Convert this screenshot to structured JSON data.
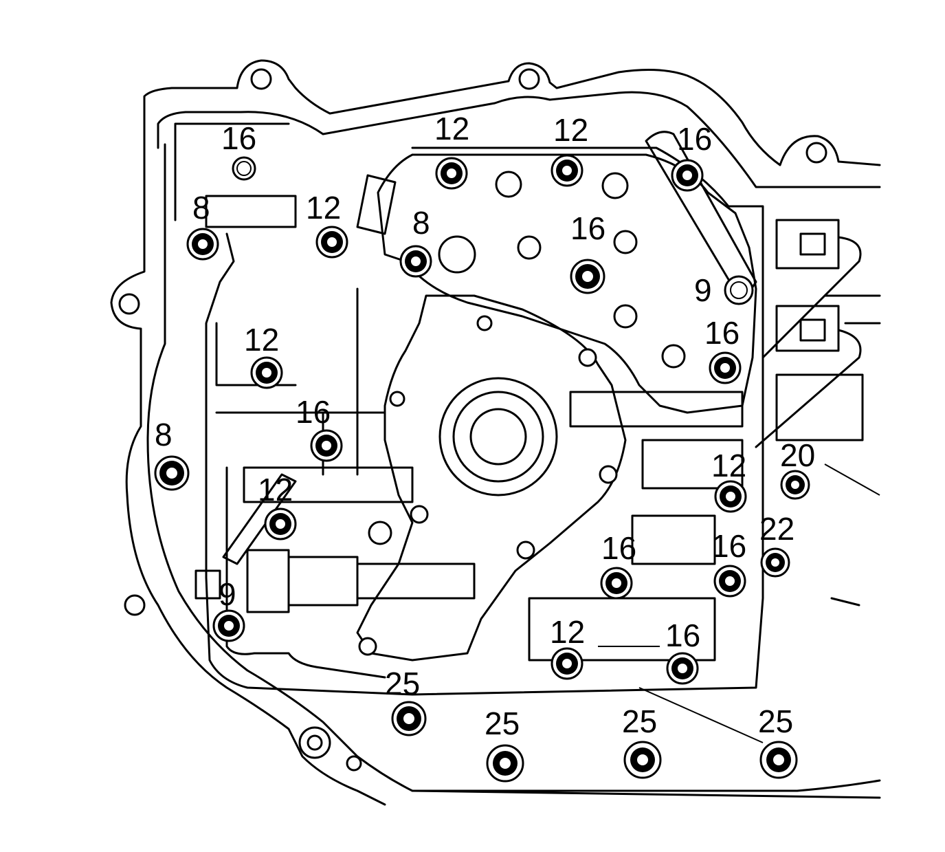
{
  "callouts": [
    {
      "id": "c1",
      "text": "16"
    },
    {
      "id": "c2",
      "text": "12"
    },
    {
      "id": "c3",
      "text": "12"
    },
    {
      "id": "c4",
      "text": "16"
    },
    {
      "id": "c5",
      "text": "8"
    },
    {
      "id": "c6",
      "text": "12"
    },
    {
      "id": "c7",
      "text": "8"
    },
    {
      "id": "c8",
      "text": "16"
    },
    {
      "id": "c9",
      "text": "9"
    },
    {
      "id": "c10",
      "text": "16"
    },
    {
      "id": "c11",
      "text": "12"
    },
    {
      "id": "c12",
      "text": "16"
    },
    {
      "id": "c13",
      "text": "8"
    },
    {
      "id": "c14",
      "text": "12"
    },
    {
      "id": "c15",
      "text": "12"
    },
    {
      "id": "c16",
      "text": "20"
    },
    {
      "id": "c17",
      "text": "22"
    },
    {
      "id": "c18",
      "text": "16"
    },
    {
      "id": "c19",
      "text": "16"
    },
    {
      "id": "c20",
      "text": "9"
    },
    {
      "id": "c21",
      "text": "12"
    },
    {
      "id": "c22",
      "text": "16"
    },
    {
      "id": "c23",
      "text": "25"
    },
    {
      "id": "c24",
      "text": "25"
    },
    {
      "id": "c25",
      "text": "25"
    },
    {
      "id": "c26",
      "text": "25"
    }
  ]
}
